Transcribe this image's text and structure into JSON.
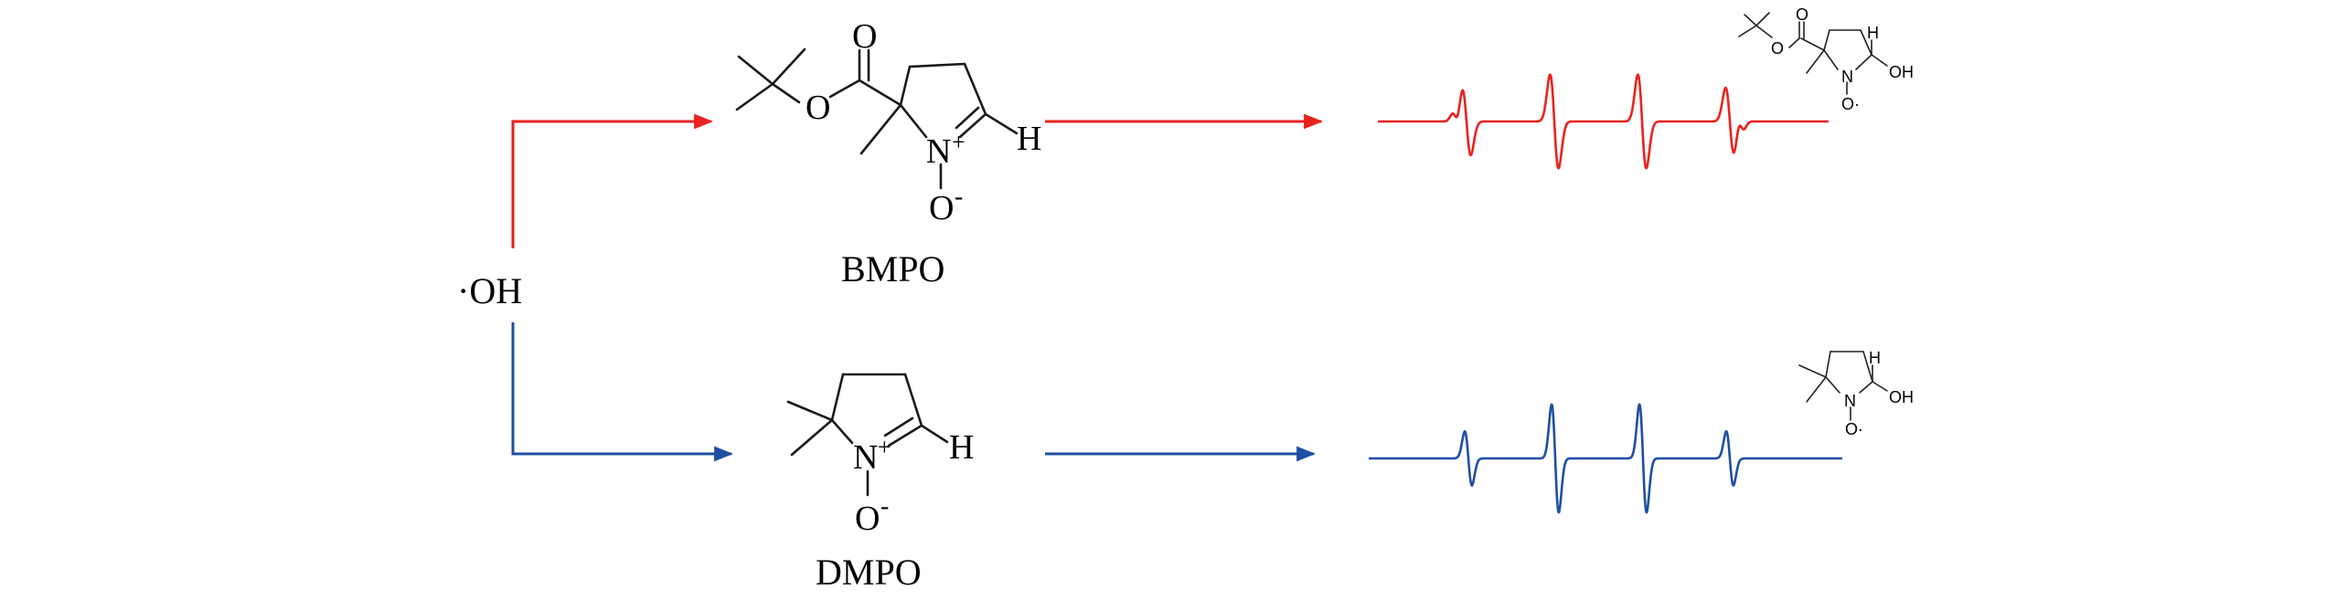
{
  "colors": {
    "bmpo_path": "#e8231f",
    "dmpo_path": "#1f4fa3",
    "structure": "#1a1a1a"
  },
  "radical": {
    "label": "·OH"
  },
  "bmpo": {
    "name": "BMPO",
    "atoms": {
      "carbonyl_o": "O",
      "ester_o": "O",
      "nitrogen": "N",
      "n_charge": "+",
      "oxide": "O",
      "oxide_charge": "-",
      "hydrogen": "H"
    },
    "adduct_atoms": {
      "carbonyl_o": "O",
      "ester_o": "O",
      "nitrogen": "N",
      "nitroxide_o": "O·",
      "hydrogen": "H",
      "hydroxyl": "OH"
    }
  },
  "dmpo": {
    "name": "DMPO",
    "atoms": {
      "nitrogen": "N",
      "n_charge": "+",
      "oxide": "O",
      "oxide_charge": "-",
      "hydrogen": "H"
    },
    "adduct_atoms": {
      "nitrogen": "N",
      "nitroxide_o": "O·",
      "hydrogen": "H",
      "hydroxyl": "OH"
    }
  },
  "spectra": {
    "bmpo_line_count": 4,
    "dmpo_line_count": 4,
    "bmpo_relative_intensities": [
      0.72,
      1.0,
      1.0,
      0.72
    ],
    "dmpo_relative_intensities": [
      0.5,
      1.0,
      1.0,
      0.5
    ]
  }
}
